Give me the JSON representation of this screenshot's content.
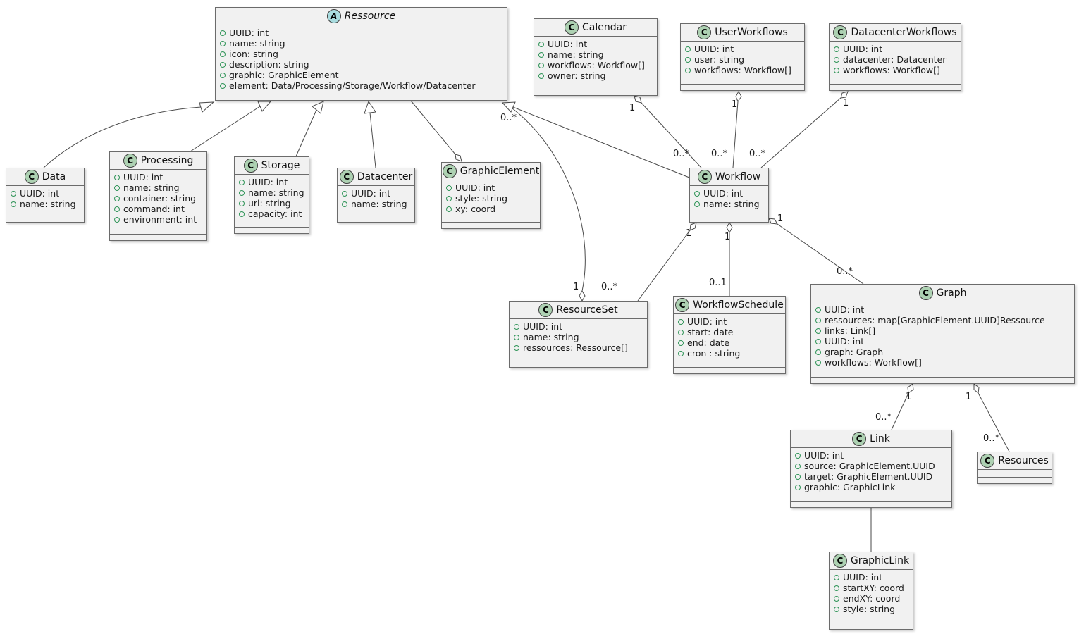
{
  "colors": {
    "class_badge_green": "#ADD1B2",
    "abstract_badge_blue": "#A9DCDF",
    "box_fill": "#F1F1F1",
    "field_circle_green": "#2E9457",
    "line_gray": "#4a4a4a"
  },
  "classes": {
    "ressource": {
      "badge": "A",
      "name": "Ressource",
      "attributes": [
        "UUID: int",
        "name: string",
        "icon: string",
        "description: string",
        "graphic: GraphicElement",
        "element: Data/Processing/Storage/Workflow/Datacenter"
      ]
    },
    "calendar": {
      "badge": "C",
      "name": "Calendar",
      "attributes": [
        "UUID: int",
        "name: string",
        "workflows: Workflow[]",
        "owner: string"
      ]
    },
    "userworkflows": {
      "badge": "C",
      "name": "UserWorkflows",
      "attributes": [
        "UUID: int",
        "user: string",
        "workflows: Workflow[]"
      ]
    },
    "datacenterworkflows": {
      "badge": "C",
      "name": "DatacenterWorkflows",
      "attributes": [
        "UUID: int",
        "datacenter: Datacenter",
        "workflows: Workflow[]"
      ]
    },
    "data": {
      "badge": "C",
      "name": "Data",
      "attributes": [
        "UUID: int",
        "name: string"
      ]
    },
    "processing": {
      "badge": "C",
      "name": "Processing",
      "attributes": [
        "UUID: int",
        "name: string",
        "container: string",
        "command: int",
        "environment: int"
      ]
    },
    "storage": {
      "badge": "C",
      "name": "Storage",
      "attributes": [
        "UUID: int",
        "name: string",
        "url: string",
        "capacity: int"
      ]
    },
    "datacenter": {
      "badge": "C",
      "name": "Datacenter",
      "attributes": [
        "UUID: int",
        "name: string"
      ]
    },
    "graphicelement": {
      "badge": "C",
      "name": "GraphicElement",
      "attributes": [
        "UUID: int",
        "style: string",
        "xy: coord"
      ]
    },
    "workflow": {
      "badge": "C",
      "name": "Workflow",
      "attributes": [
        "UUID: int",
        "name: string"
      ]
    },
    "resourceset": {
      "badge": "C",
      "name": "ResourceSet",
      "attributes": [
        "UUID: int",
        "name: string",
        "ressources: Ressource[]"
      ]
    },
    "workflowschedule": {
      "badge": "C",
      "name": "WorkflowSchedule",
      "attributes": [
        "UUID: int",
        "start: date",
        "end: date",
        "cron : string"
      ]
    },
    "graph": {
      "badge": "C",
      "name": "Graph",
      "attributes": [
        "UUID: int",
        "ressources: map[GraphicElement.UUID]Ressource",
        "links: Link[]",
        "UUID: int",
        "graph: Graph",
        "workflows: Workflow[]"
      ]
    },
    "link": {
      "badge": "C",
      "name": "Link",
      "attributes": [
        "UUID: int",
        "source: GraphicElement.UUID",
        "target: GraphicElement.UUID",
        "graphic: GraphicLink"
      ]
    },
    "resources": {
      "badge": "C",
      "name": "Resources",
      "attributes": []
    },
    "graphiclink": {
      "badge": "C",
      "name": "GraphicLink",
      "attributes": [
        "UUID: int",
        "startXY: coord",
        "endXY: coord",
        "style: string"
      ]
    }
  },
  "relations": {
    "calendar_workflow": {
      "type": "aggregation",
      "source": "Calendar",
      "target": "Workflow",
      "source_mult": "1",
      "target_mult": "0..*"
    },
    "userworkflows_workflow": {
      "type": "aggregation",
      "source": "UserWorkflows",
      "target": "Workflow",
      "source_mult": "1",
      "target_mult": "0..*"
    },
    "datacenterworkflows_workflow": {
      "type": "aggregation",
      "source": "DatacenterWorkflows",
      "target": "Workflow",
      "source_mult": "1",
      "target_mult": "0..*"
    },
    "resourceset_ressource": {
      "type": "aggregation",
      "source": "ResourceSet",
      "target": "Ressource",
      "source_mult": "1",
      "target_mult": "0..*"
    },
    "workflow_resourceset": {
      "type": "aggregation",
      "source": "Workflow",
      "target": "ResourceSet",
      "source_mult": "1",
      "target_mult": "0..*"
    },
    "workflow_workflowschedule": {
      "type": "aggregation",
      "source": "Workflow",
      "target": "WorkflowSchedule",
      "source_mult": "1",
      "target_mult": "0..1"
    },
    "workflow_graph": {
      "type": "aggregation",
      "source": "Workflow",
      "target": "Graph",
      "source_mult": "1",
      "target_mult": "0..*"
    },
    "graph_link": {
      "type": "aggregation",
      "source": "Graph",
      "target": "Link",
      "source_mult": "1",
      "target_mult": "0..*"
    },
    "graph_resources": {
      "type": "aggregation",
      "source": "Graph",
      "target": "Resources",
      "source_mult": "1",
      "target_mult": "0..*"
    },
    "data_ressource": {
      "type": "generalization",
      "source": "Data",
      "target": "Ressource"
    },
    "processing_ressource": {
      "type": "generalization",
      "source": "Processing",
      "target": "Ressource"
    },
    "storage_ressource": {
      "type": "generalization",
      "source": "Storage",
      "target": "Ressource"
    },
    "datacenter_ressource": {
      "type": "generalization",
      "source": "Datacenter",
      "target": "Ressource"
    },
    "workflow_ressource": {
      "type": "generalization",
      "source": "Workflow",
      "target": "Ressource"
    },
    "ressource_graphicelement": {
      "type": "aggregation",
      "source": "GraphicElement",
      "target": "Ressource"
    },
    "link_graphiclink": {
      "type": "association",
      "source": "Link",
      "target": "GraphicLink"
    }
  }
}
